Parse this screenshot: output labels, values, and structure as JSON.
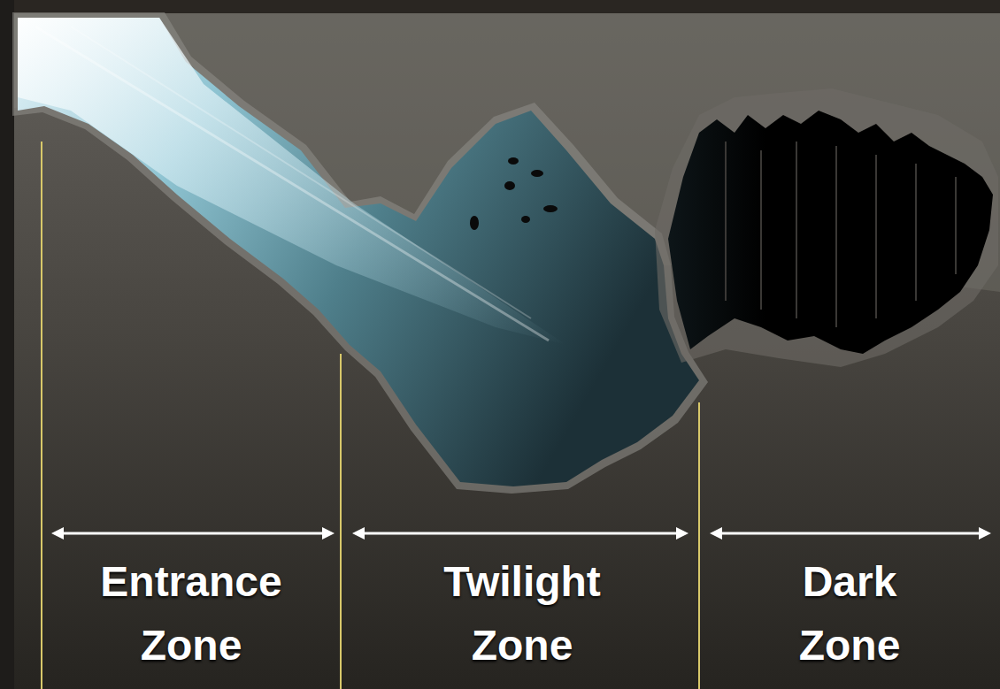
{
  "diagram": {
    "labels": [
      "Entrance Zone",
      "Twilight Zone",
      "Dark Zone"
    ]
  }
}
